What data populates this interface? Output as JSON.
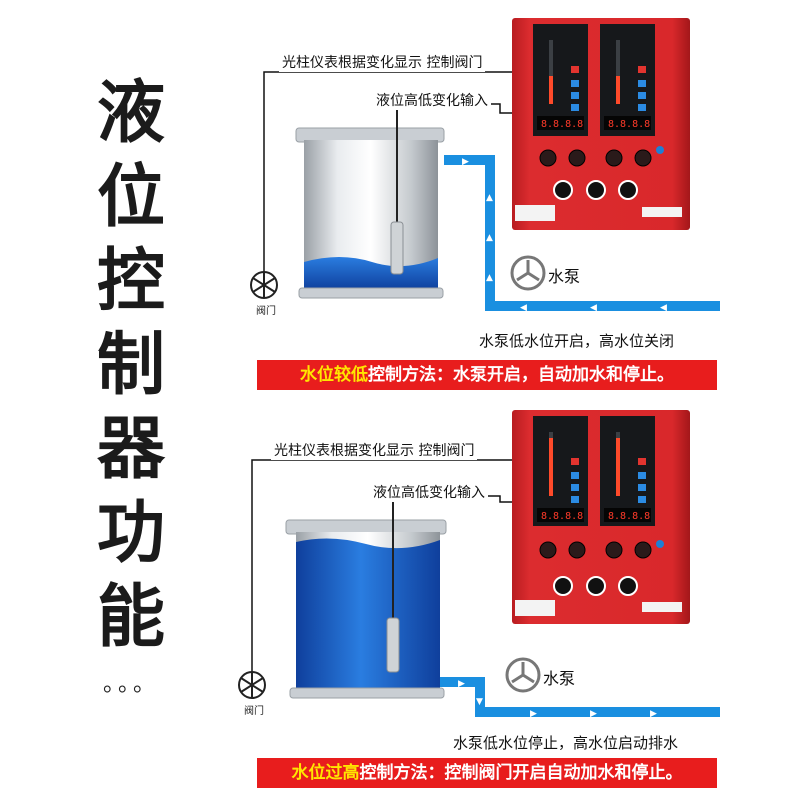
{
  "title": {
    "chars": [
      "液",
      "位",
      "控",
      "制",
      "器",
      "功",
      "能"
    ],
    "ellipsis": "。。。"
  },
  "panel": {
    "display_value_1": "8.8.8.8",
    "display_value_2": "8.8.8.8"
  },
  "top": {
    "label_meter": "光柱仪表根据变化显示 控制阀门",
    "label_input": "液位高低变化输入",
    "pump_label": "水泵",
    "valve_label": "阀门",
    "rule": "水泵低水位开启，高水位关闭",
    "banner_highlight": "水位较低",
    "banner_text": "控制方法：水泵开启，自动加水和停止。"
  },
  "bottom": {
    "label_meter": "光柱仪表根据变化显示 控制阀门",
    "label_input": "液位高低变化输入",
    "pump_label": "水泵",
    "valve_label": "阀门",
    "rule": "水泵低水位停止，高水位启动排水",
    "banner_highlight": "水位过高",
    "banner_text": "控制方法：控制阀门开启自动加水和停止。"
  },
  "colors": {
    "panel_red": "#d9282b",
    "pipe_blue": "#1a8fe0",
    "water_blue": "#1a5fc4",
    "banner_red": "#e81d1d",
    "banner_highlight": "#ffe600"
  }
}
